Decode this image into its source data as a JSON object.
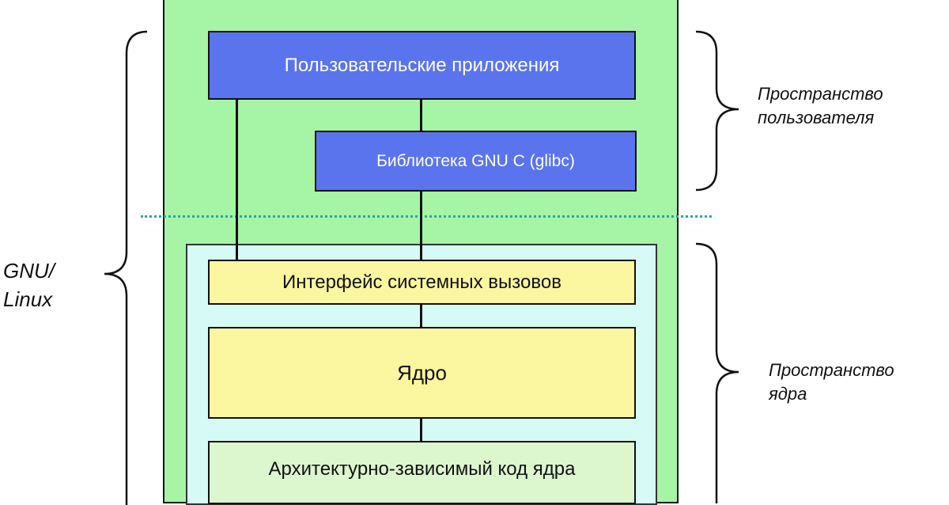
{
  "diagram": {
    "boxes": {
      "user_apps": "Пользовательские приложения",
      "glibc": "Библиотека GNU C (glibc)",
      "syscall_interface": "Интерфейс системных вызовов",
      "kernel": "Ядро",
      "arch_code": "Архитектурно-зависимый код ядра"
    },
    "labels": {
      "user_space_line1": "Пространство",
      "user_space_line2": "пользователя",
      "kernel_space_line1": "Пространство",
      "kernel_space_line2": "ядра",
      "gnu_linux_line1": "GNU/",
      "gnu_linux_line2": "Linux"
    },
    "colors": {
      "outer_fill": "#a6f4a6",
      "kernel_region_fill": "#d6fbf6",
      "user_box_fill": "#5a74ee",
      "kernel_box_fill": "#fbf6a0",
      "arch_box_fill": "#dcf7ce",
      "divider": "#2aa7a0"
    }
  }
}
